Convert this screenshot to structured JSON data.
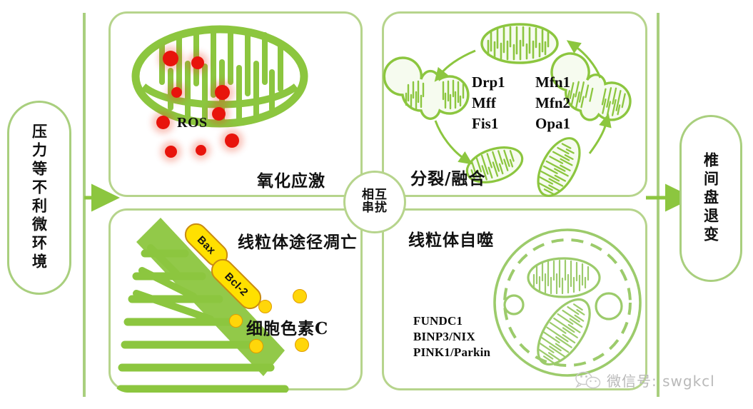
{
  "figure": {
    "title_present": false,
    "accent_green": "#8cc63f",
    "panel_border": "#b6d48c",
    "ros_color": "#e8140c",
    "cytc_color": "#FFD60A"
  },
  "left_node": {
    "label": "压力等不利微环境"
  },
  "right_node": {
    "label": "椎间盘退变"
  },
  "center": {
    "line1": "相互",
    "line2": "串扰"
  },
  "panels": {
    "oxidative_stress": {
      "caption": "氧化应激",
      "ros_label": "ROS"
    },
    "fission_fusion": {
      "caption": "分裂/融合",
      "fission_genes": [
        "Drp1",
        "Mff",
        "Fis1"
      ],
      "fusion_genes": [
        "Mfn1",
        "Mfn2",
        "Opa1"
      ]
    },
    "apoptosis": {
      "caption": "线粒体途径凋亡",
      "cytochrome_label": "细胞色素C",
      "proteins": [
        "Bax",
        "Bcl-2"
      ]
    },
    "mitophagy": {
      "caption": "线粒体自噬",
      "genes": [
        "FUNDC1",
        "BINP3/NIX",
        "PINK1/Parkin"
      ]
    }
  },
  "watermark": {
    "text": "微信号: swgkcl"
  }
}
